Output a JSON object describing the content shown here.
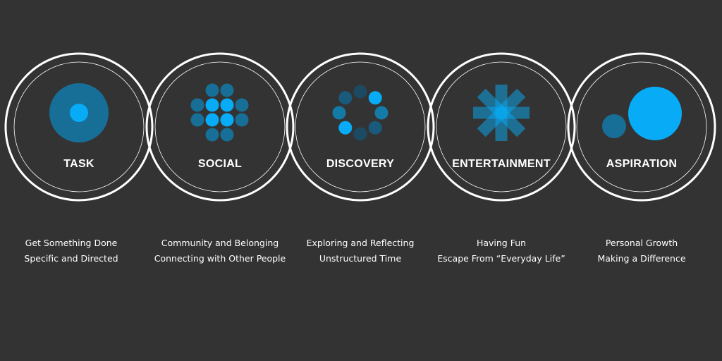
{
  "colors": {
    "background": "#333333",
    "ring": "#ffffff",
    "bright": "#08abf5",
    "mid": "#176f97",
    "dark": "#1d4a63"
  },
  "categories": [
    {
      "key": "task",
      "title": "TASK",
      "lines": [
        "Get Something Done",
        "Specific and Directed"
      ],
      "icon": "target-icon"
    },
    {
      "key": "social",
      "title": "SOCIAL",
      "lines": [
        "Community and Belonging",
        "Connecting with Other People"
      ],
      "icon": "dot-grid-icon"
    },
    {
      "key": "discovery",
      "title": "DISCOVERY",
      "lines": [
        "Exploring and Reflecting",
        "Unstructured Time"
      ],
      "icon": "dot-ring-icon"
    },
    {
      "key": "entertainment",
      "title": "ENTERTAINMENT",
      "lines": [
        "Having Fun",
        "Escape From “Everyday Life”"
      ],
      "icon": "asterisk-icon"
    },
    {
      "key": "aspiration",
      "title": "ASPIRATION",
      "lines": [
        "Personal Growth",
        "Making a Difference"
      ],
      "icon": "growing-circles-icon"
    }
  ]
}
